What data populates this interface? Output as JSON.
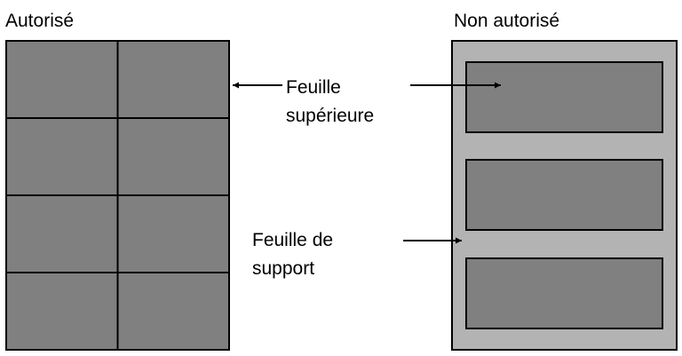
{
  "left_panel": {
    "heading": "Autorisé",
    "sheet_color": "#808080",
    "border_color": "#000000",
    "columns": 2,
    "rows": 4
  },
  "right_panel": {
    "heading": "Non autorisé",
    "backing_color": "#b3b3b3",
    "sheet_color": "#808080",
    "border_color": "#000000",
    "sheet_count": 3
  },
  "callouts": {
    "top_sheet": {
      "line1": "Feuille",
      "line2": "supérieure"
    },
    "support_sheet": {
      "line1": "Feuille de",
      "line2": "support"
    }
  }
}
